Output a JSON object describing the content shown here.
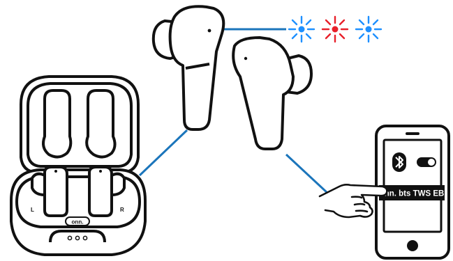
{
  "case": {
    "brand_logo_text": "onn.",
    "left_label": "L",
    "right_label": "R"
  },
  "phone": {
    "device_name": "onn. bts TWS EB",
    "bluetooth_toggle_state": "on"
  },
  "indicator_lights": [
    {
      "name": "blue",
      "color": "#1e90ff"
    },
    {
      "name": "red",
      "color": "#e8202a"
    },
    {
      "name": "blue",
      "color": "#1e90ff"
    }
  ],
  "colors": {
    "line": "#1b75bb",
    "outline": "#111111",
    "light_blue": "#1e90ff",
    "light_red": "#e8202a"
  },
  "icons": [
    "bluetooth-icon",
    "toggle-switch-icon",
    "home-button-icon",
    "pointing-hand-icon",
    "charging-led-icon"
  ]
}
